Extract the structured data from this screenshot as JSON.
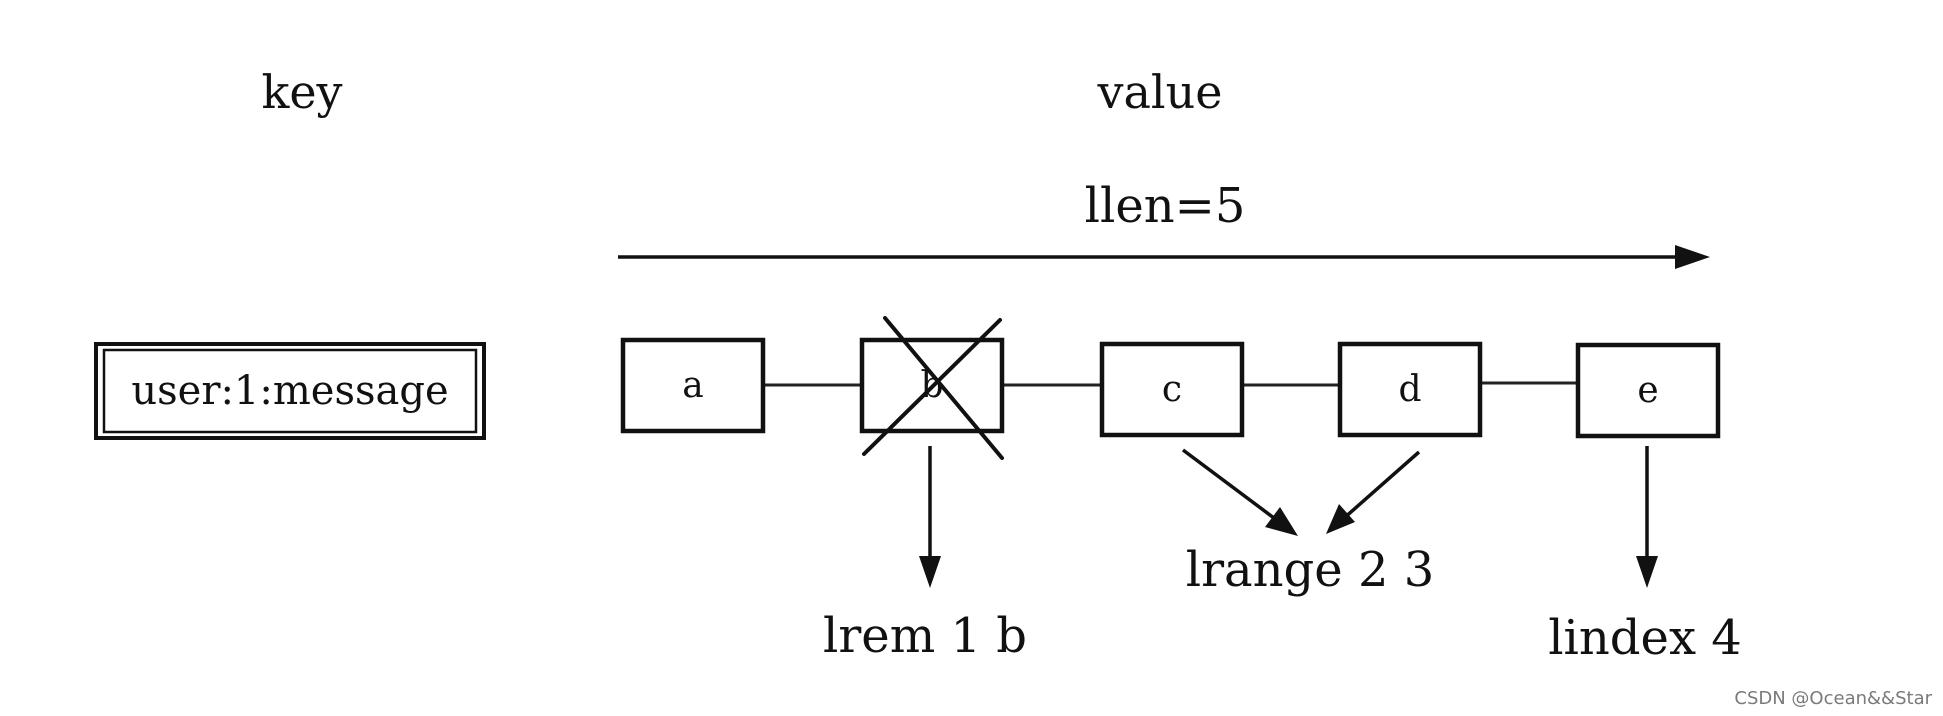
{
  "header": {
    "key_label": "key",
    "value_label": "value"
  },
  "length_label": "llen=5",
  "key_name": "user:1:message",
  "list_items": [
    "a",
    "b",
    "c",
    "d",
    "e"
  ],
  "removed_item_index": 1,
  "annotations": {
    "lrem": "lrem 1 b",
    "lrange": "lrange 2 3",
    "lindex": "lindex 4"
  },
  "watermark": "CSDN @Ocean&&Star"
}
